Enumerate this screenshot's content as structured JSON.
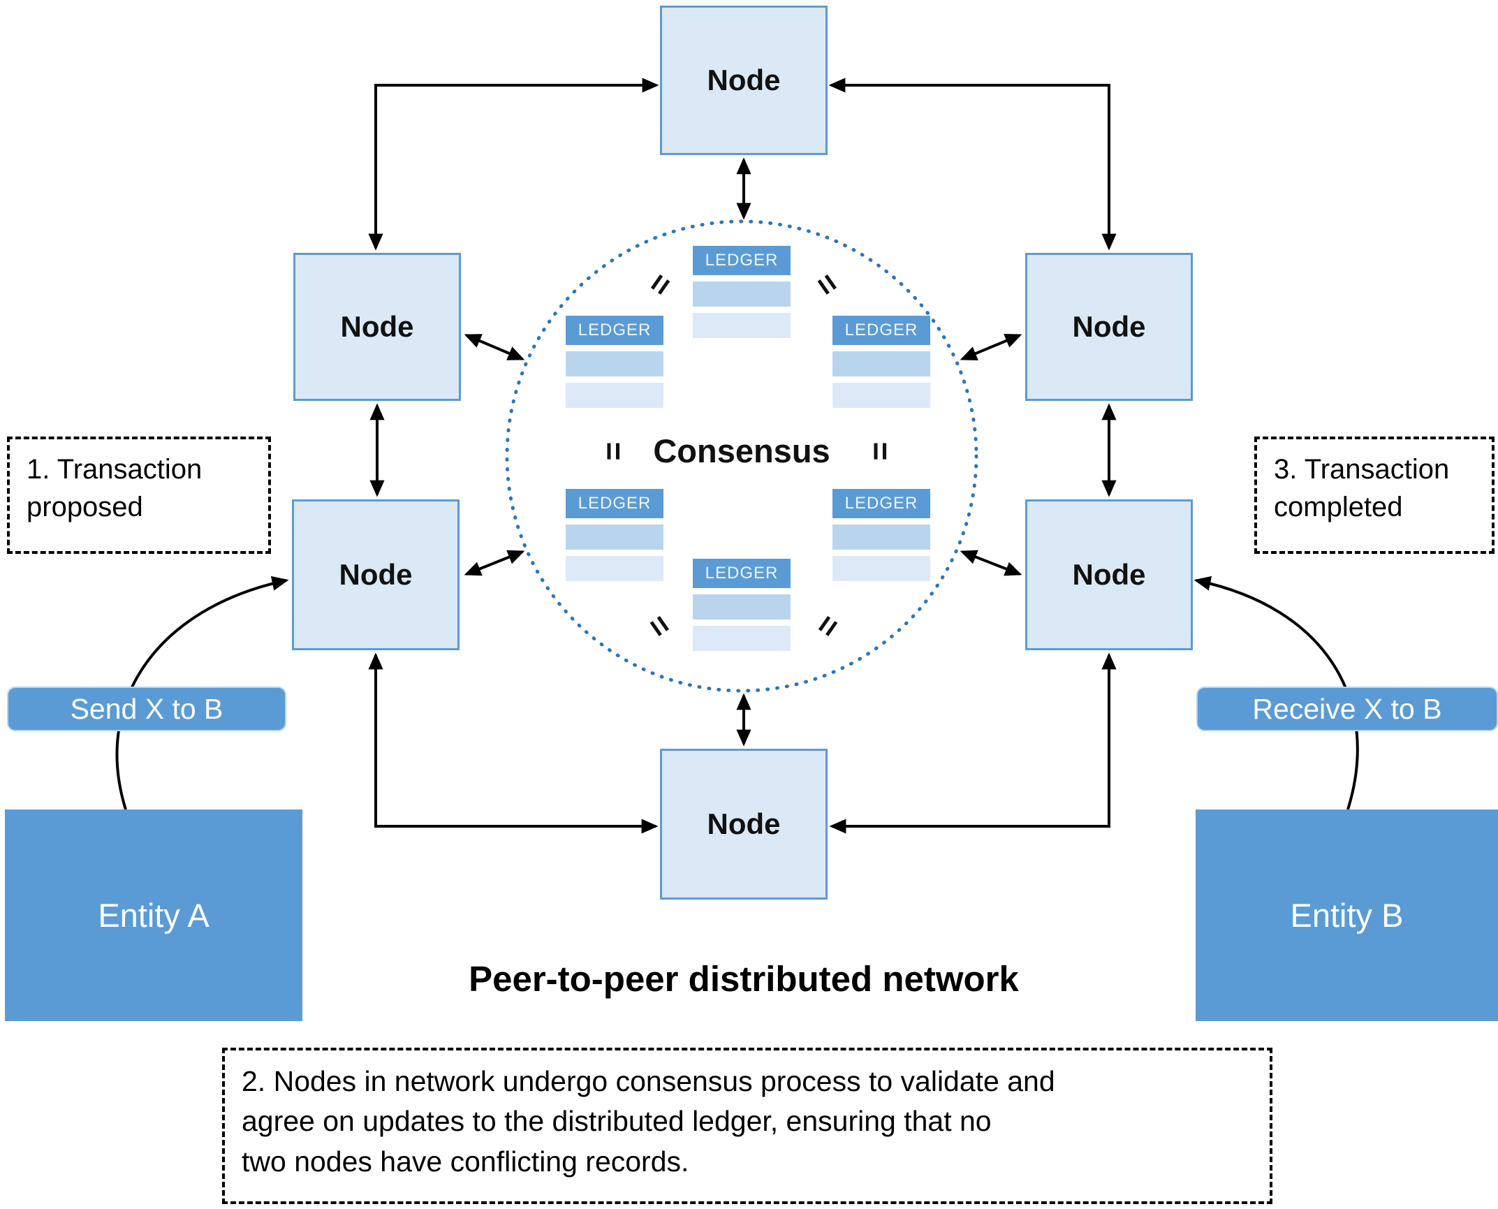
{
  "title": "Peer-to-peer distributed network",
  "node": {
    "label": "Node"
  },
  "consensus": {
    "label": "Consensus",
    "equals_mark": "="
  },
  "ledger": {
    "header": "LEDGER"
  },
  "entities": {
    "a": "Entity A",
    "b": "Entity B"
  },
  "transactions": {
    "send": "Send X to B",
    "receive": "Receive X to B"
  },
  "annotations": {
    "step1": "1. Transaction proposed",
    "step3": "3. Transaction completed",
    "step2_lines": [
      "2. Nodes in network undergo consensus process to validate and",
      "agree on updates to the distributed ledger, ensuring that no",
      "two nodes have conflicting records."
    ]
  },
  "colors": {
    "accent_blue": "#5b9bd5",
    "node_fill": "#dbe8f5",
    "node_border": "#5b9bd5",
    "ledger_row_medium": "#b9d5ee",
    "ledger_row_light": "#dde9f6",
    "circle_dot": "#2e75b6",
    "arrow": "#000000"
  }
}
